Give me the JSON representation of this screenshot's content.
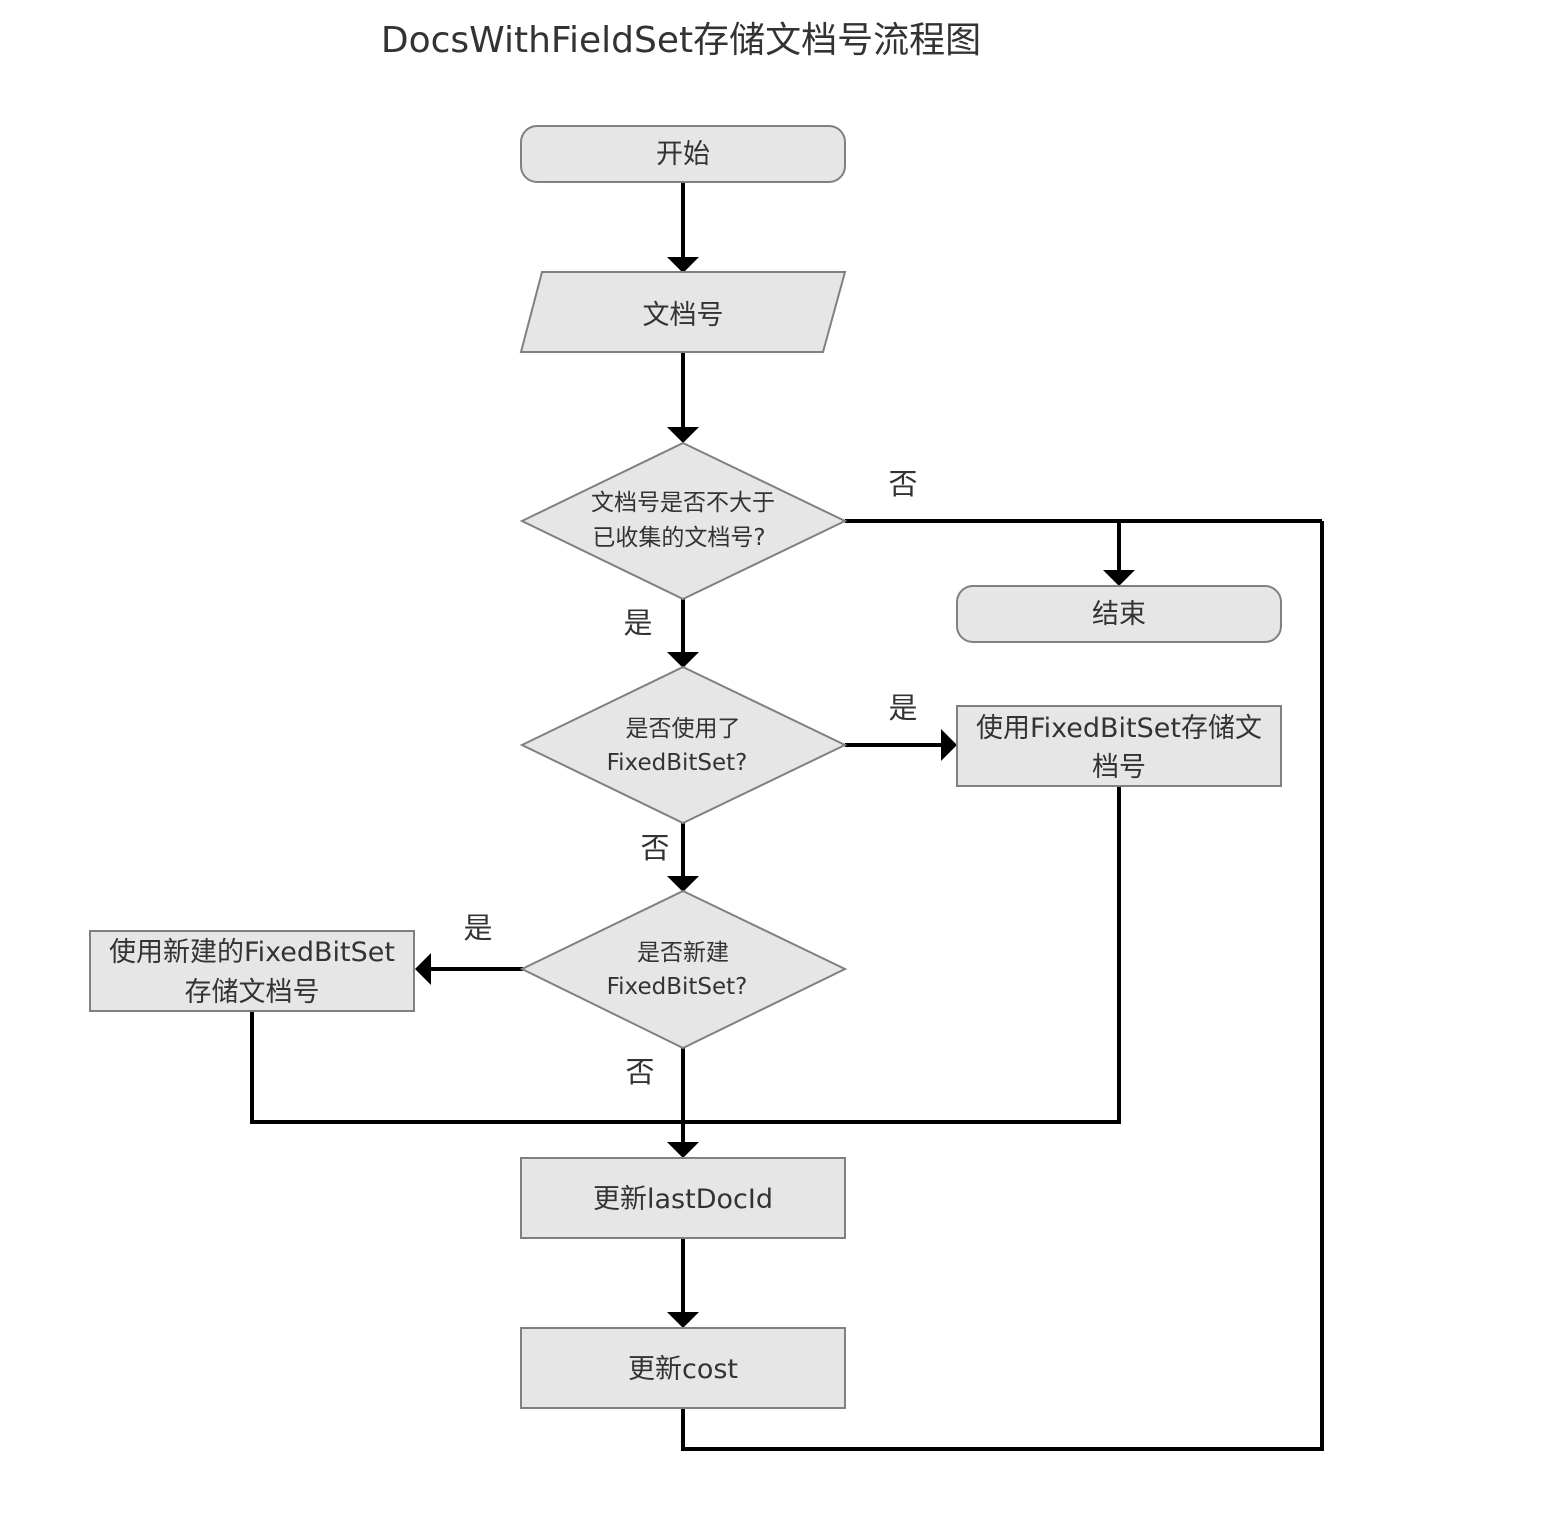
{
  "title": "DocsWithFieldSet存储文档号流程图",
  "nodes": {
    "start": "开始",
    "doc_id_input": "文档号",
    "decision_not_greater": {
      "line1": "文档号是否不大于",
      "line2": "已收集的文档号?"
    },
    "end": "结束",
    "decision_uses_fixedbitset": {
      "line1": "是否使用了",
      "line2": "FixedBitSet?"
    },
    "store_with_fixedbitset": {
      "line1": "使用FixedBitSet存储文",
      "line2": "档号"
    },
    "decision_create_fixedbitset": {
      "line1": "是否新建",
      "line2": "FixedBitSet?"
    },
    "store_with_new_fixedbitset": {
      "line1": "使用新建的FixedBitSet",
      "line2": "存储文档号"
    },
    "update_lastdocid": "更新lastDocId",
    "update_cost": "更新cost"
  },
  "edge_labels": {
    "d1_no": "否",
    "d1_yes": "是",
    "d2_yes": "是",
    "d2_no": "否",
    "d3_yes": "是",
    "d3_no": "否"
  },
  "colors": {
    "node_fill": "#e6e6e6",
    "node_stroke": "#808080",
    "edge": "#000000",
    "text": "#333333"
  }
}
